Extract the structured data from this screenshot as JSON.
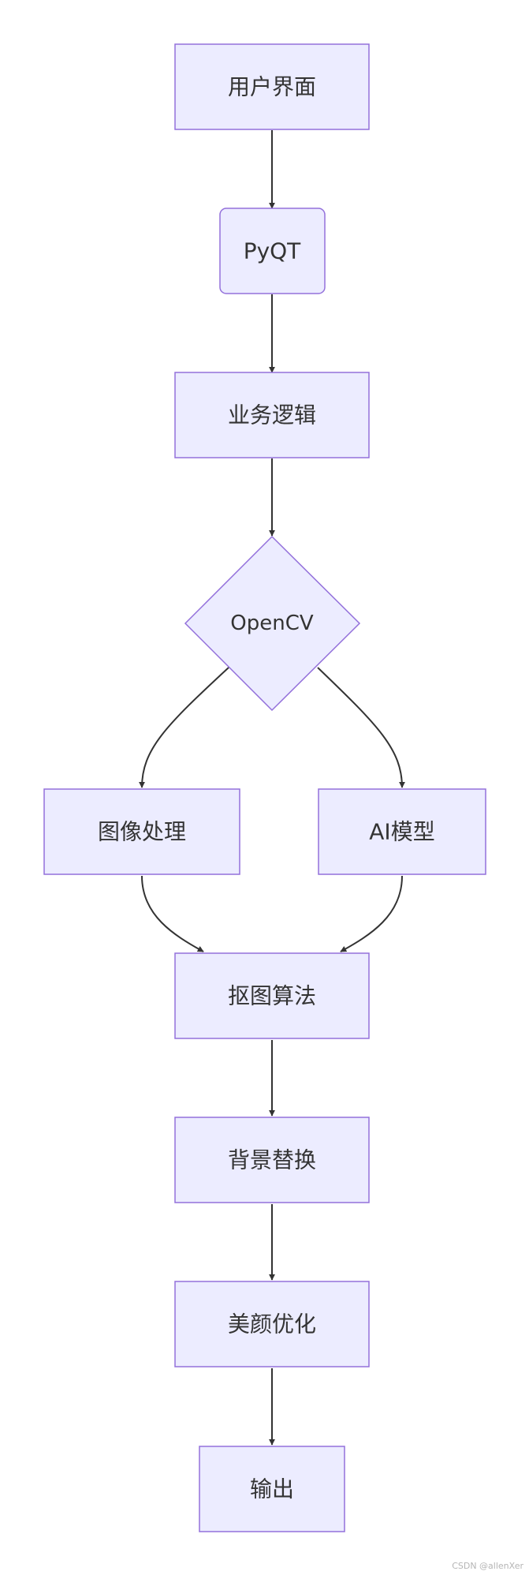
{
  "diagram": {
    "type": "flowchart",
    "nodes": {
      "ui": "用户界面",
      "pyqt": "PyQT",
      "business": "业务逻辑",
      "opencv": "OpenCV",
      "image_processing": "图像处理",
      "ai_model": "AI模型",
      "matting": "抠图算法",
      "background": "背景替换",
      "beauty": "美颜优化",
      "output": "输出"
    },
    "edges": [
      [
        "ui",
        "pyqt"
      ],
      [
        "pyqt",
        "business"
      ],
      [
        "business",
        "opencv"
      ],
      [
        "opencv",
        "image_processing"
      ],
      [
        "opencv",
        "ai_model"
      ],
      [
        "image_processing",
        "matting"
      ],
      [
        "ai_model",
        "matting"
      ],
      [
        "matting",
        "background"
      ],
      [
        "background",
        "beauty"
      ],
      [
        "beauty",
        "output"
      ]
    ],
    "colors": {
      "node_fill": "#ECECFF",
      "node_stroke": "#9370DB",
      "edge": "#333333"
    }
  },
  "watermark": "CSDN @allenXer"
}
